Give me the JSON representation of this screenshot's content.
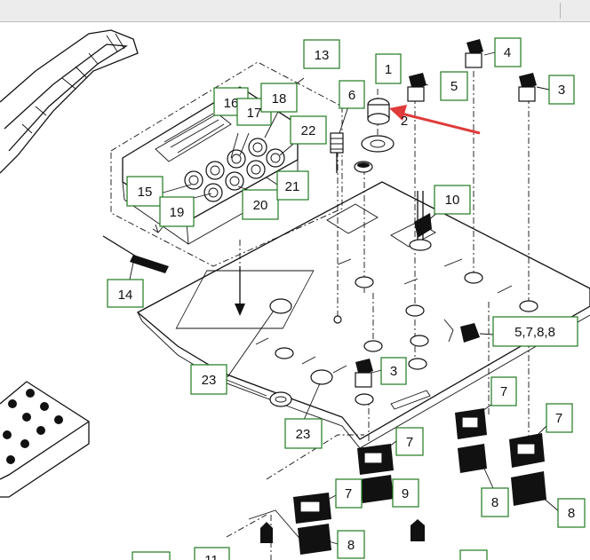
{
  "callouts": [
    {
      "id": "c1",
      "label": "1"
    },
    {
      "id": "c2",
      "label": "2"
    },
    {
      "id": "c3a",
      "label": "3"
    },
    {
      "id": "c3b",
      "label": "3"
    },
    {
      "id": "c4",
      "label": "4"
    },
    {
      "id": "c5",
      "label": "5"
    },
    {
      "id": "c5788",
      "label": "5,7,8,8"
    },
    {
      "id": "c6",
      "label": "6"
    },
    {
      "id": "c7a",
      "label": "7"
    },
    {
      "id": "c7b",
      "label": "7"
    },
    {
      "id": "c7c",
      "label": "7"
    },
    {
      "id": "c7d",
      "label": "7"
    },
    {
      "id": "c8a",
      "label": "8"
    },
    {
      "id": "c8b",
      "label": "8"
    },
    {
      "id": "c8c",
      "label": "8"
    },
    {
      "id": "c9",
      "label": "9"
    },
    {
      "id": "c10",
      "label": "10"
    },
    {
      "id": "c11",
      "label": "11"
    },
    {
      "id": "c13",
      "label": "13"
    },
    {
      "id": "c14",
      "label": "14"
    },
    {
      "id": "c15",
      "label": "15"
    },
    {
      "id": "c16",
      "label": "16"
    },
    {
      "id": "c17",
      "label": "17"
    },
    {
      "id": "c18",
      "label": "18"
    },
    {
      "id": "c19",
      "label": "19"
    },
    {
      "id": "c20",
      "label": "20"
    },
    {
      "id": "c21",
      "label": "21"
    },
    {
      "id": "c22",
      "label": "22"
    },
    {
      "id": "c23a",
      "label": "23"
    },
    {
      "id": "c23b",
      "label": "23"
    }
  ],
  "colors": {
    "callout_border": "#1f7a1f",
    "pointer_arrow": "#e03a3a",
    "line": "#111111"
  }
}
